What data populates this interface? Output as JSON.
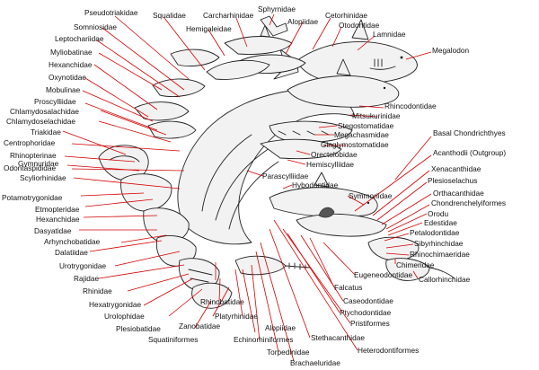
{
  "labels": {
    "pseudotriakidae": "Pseudotriakidae",
    "squalidae": "Squalidae",
    "carcharhinidae": "Carcharhinidae",
    "sphyrnidae": "Sphyrnidae",
    "alopiidae_top": "Alopiidae",
    "cetorhinidae": "Cetorhinidae",
    "otodontidae": "Otodontidae",
    "lamnidae": "Lamnidae",
    "megalodon": "Megalodon",
    "somniosidae": "Somniosidae",
    "hemigaleidae": "Hemigaleidae",
    "leptochariidae": "Leptochariidae",
    "myliobatinae": "Myliobatinae",
    "hexanchidae_top": "Hexanchidae",
    "oxynotidae": "Oxynotidae",
    "mobulinae": "Mobulinae",
    "proscylliidae": "Proscylliidae",
    "chlamydoselachidae_1": "Chlamydosalachidae",
    "chlamydoselachidae_2": "Chlamydoselachidae",
    "triakidae": "Triakidae",
    "centrophoridae": "Centrophoridae",
    "rhinopterinae": "Rhinopterinae",
    "gymnuridae": "Gymnuridae",
    "odontaspididae": "Odontaspididae",
    "scyliorhinidae": "Scyliorhinidae",
    "potamotrygonidae": "Potamotrygonidae",
    "etmopteridae": "Etmopteridae",
    "hexanchidae_mid": "Hexanchidae",
    "dasyatidae": "Dasyatidae",
    "arhynchobatidae": "Arhynchobatidae",
    "dalatiidae": "Dalatiidae",
    "urotrygonidae": "Urotrygonidae",
    "rajidae": "Rajidae",
    "rhinidae": "Rhinidae",
    "hexatrygonidae": "Hexatrygonidae",
    "urolophidae": "Urolophidae",
    "plesiobatidae": "Plesiobatidae",
    "squatiniformes": "Squatiniformes",
    "zanobatidae": "Zanobatidae",
    "rhinobatidae": "Rhinobatidae",
    "platyrhinidae": "Platyrhinidae",
    "echinorhiniformes": "Echinorhiniformes",
    "alopiidae_bottom": "Alopiidae",
    "torpedinidae": "Torpedinidae",
    "brachaeluridae": "Brachaeluridae",
    "rhincodontidae": "Rhincodontidae",
    "mitsukurinidae": "Mitsukurinidae",
    "stegostomatidae": "Stegostomatidae",
    "megachasmidae": "Megachasmidae",
    "ginglymostomatidae": "Ginglymostomatidae",
    "orectolobidae": "Orectolobidae",
    "hemiscylliidae": "Hemiscylliidae",
    "parascylliidae": "Parascylliidae",
    "hybodontidae": "Hybodontidae",
    "symmoriidae": "Symmoriidae",
    "basal_chondrichthyes": "Basal Chondrichthyes",
    "acanthodii": "Acanthodii (Outgroup)",
    "xenacanthidae": "Xenacanthidae",
    "plesioselachus": "Plesioselachus",
    "orthacanthidae": "Orthacanthidae",
    "chondrenchelyiformes": "Chondrenchelyiformes",
    "orodu": "Orodu",
    "edestidae": "Edestidae",
    "petalodontidae": "Petalodontidae",
    "sibyrhinchidae": "Sibyrhinchidae",
    "rhinochimaeridae": "Rhinochimaeridae",
    "chimeridae": "Chimeridae",
    "callorhinchidae": "Callorhinchidae",
    "eugeneodontidae": "Eugeneodontidae",
    "falcatus": "Falcatus",
    "caseodontidae": "Caseodontidae",
    "ptychodontidae": "Ptychodontidae",
    "pristiformes": "Pristiformes",
    "stethacanthidae": "Stethacanthidae",
    "heterodontiformes": "Heterodontiformes"
  }
}
